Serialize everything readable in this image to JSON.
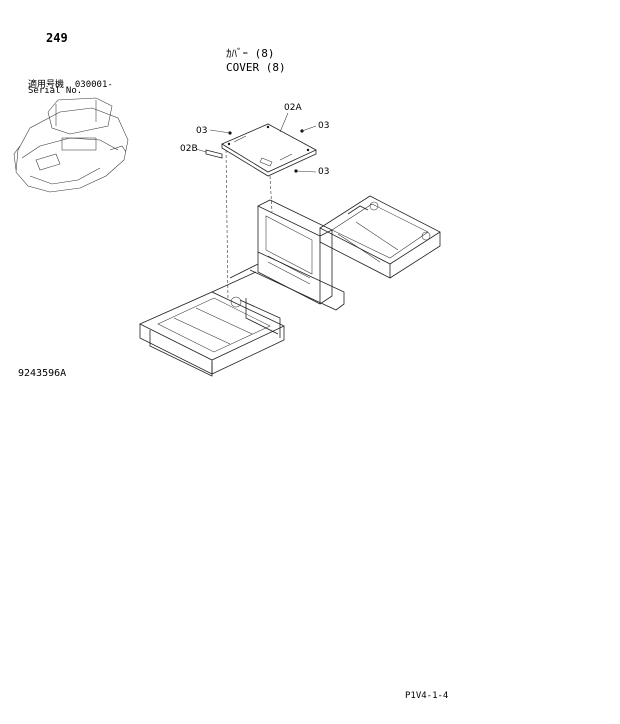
{
  "page_number": "249",
  "title": {
    "japanese": "ｶﾊﾞｰ (8)",
    "english": "COVER (8)"
  },
  "serial": {
    "label_japanese": "適用号機",
    "number": "030001-",
    "label_english": "Serial No."
  },
  "callouts": {
    "part_02A": "02A",
    "part_02B": "02B",
    "part_03_top_left": "03",
    "part_03_top_right": "03",
    "part_03_bottom_right": "03"
  },
  "illustration_number": "9243596A",
  "page_code": "P1V4-1-4"
}
